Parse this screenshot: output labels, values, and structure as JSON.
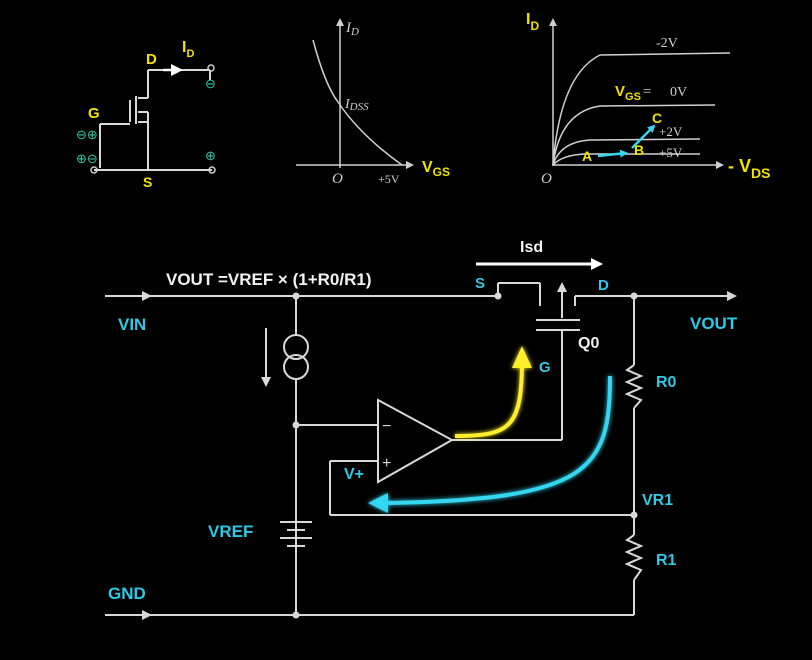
{
  "colors": {
    "background": "#000000",
    "wire": "#d9d9d9",
    "cyan_label": "#2ec9e6",
    "yellow_label": "#f2e200",
    "white_label": "#f2f2f2",
    "arrow_yellow": "#ffef2a",
    "arrow_cyan": "#36d6f0"
  },
  "symbol_panel": {
    "drain": "D",
    "current_main": "I",
    "current_sub": "D",
    "gate": "G",
    "source": "S",
    "minus": "⊖",
    "plus": "⊕"
  },
  "transfer_curve": {
    "y_main": "I",
    "y_sub": "D",
    "idss_main": "I",
    "idss_sub": "DSS",
    "origin": "O",
    "tick": "+5V",
    "x_main": "V",
    "x_sub": "GS"
  },
  "output_curves": {
    "y_main": "I",
    "y_sub": "D",
    "origin": "O",
    "x_prefix": "- V",
    "x_sub": "DS",
    "curve_labels": [
      "-2V",
      "0V",
      "+2V",
      "+5V"
    ],
    "vgs_main": "V",
    "vgs_sub": "GS",
    "vgs_eq": "=",
    "points": [
      "A",
      "B",
      "C"
    ]
  },
  "circuit": {
    "formula": "VOUT =VREF × (1+R0/R1)",
    "current_label": "Isd",
    "source": "S",
    "drain": "D",
    "vin": "VIN",
    "vout": "VOUT",
    "transistor": "Q0",
    "gate": "G",
    "r0": "R0",
    "r1": "R1",
    "vr1": "VR1",
    "vref": "VREF",
    "vplus": "V+",
    "gnd": "GND",
    "minus": "−",
    "plus": "+"
  }
}
